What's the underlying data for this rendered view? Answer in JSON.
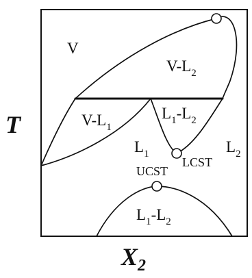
{
  "axes": {
    "y_label": "T",
    "x_label_main": "X",
    "x_label_sub": "2"
  },
  "regions": {
    "vapor": "V",
    "vapor_liquid2_main": "V-L",
    "vapor_liquid2_sub": "2",
    "vapor_liquid1_main": "V-L",
    "vapor_liquid1_sub": "1",
    "liquid1_liquid2_upper_a": "L",
    "liquid1_liquid2_upper_a_sub": "1",
    "liquid1_liquid2_upper_b": "-L",
    "liquid1_liquid2_upper_b_sub": "2",
    "liquid1_main": "L",
    "liquid1_sub": "1",
    "liquid2_main": "L",
    "liquid2_sub": "2",
    "liquid1_liquid2_lower_a": "L",
    "liquid1_liquid2_lower_a_sub": "1",
    "liquid1_liquid2_lower_b": "-L",
    "liquid1_liquid2_lower_b_sub": "2"
  },
  "points": {
    "lcst": "LCST",
    "ucst": "UCST"
  },
  "colors": {
    "ink": "#111111",
    "background": "#ffffff"
  }
}
